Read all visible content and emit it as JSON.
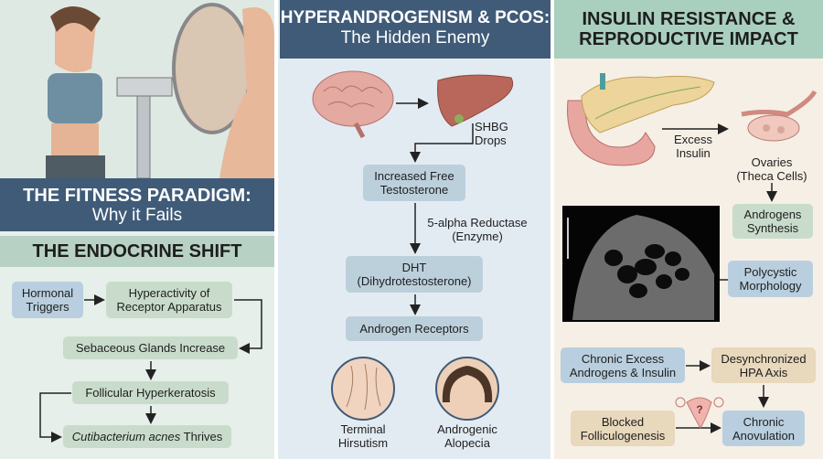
{
  "fitness": {
    "title": "THE FITNESS PARADIGM:",
    "subtitle": "Why it Fails"
  },
  "endocrine": {
    "title": "THE ENDOCRINE SHIFT",
    "hormonal": "Hormonal Triggers",
    "hyperactivity": "Hyperactivity of Receptor Apparatus",
    "sebaceous": "Sebaceous Glands Increase",
    "follicular": "Follicular Hyperkeratosis",
    "cuti_italic": "Cutibacterium acnes",
    "cuti_rest": " Thrives"
  },
  "hyper": {
    "title": "HYPERANDROGENISM & PCOS:",
    "subtitle": "The Hidden Enemy",
    "shbg": "SHBG Drops",
    "free_t": "Increased Free Testosterone",
    "enzyme": "5-alpha Reductase (Enzyme)",
    "dht": "DHT (Dihydrotestosterone)",
    "receptors": "Androgen Receptors",
    "hirsutism": "Terminal Hirsutism",
    "alopecia": "Androgenic Alopecia"
  },
  "insulin": {
    "title": "INSULIN RESISTANCE & REPRODUCTIVE IMPACT",
    "excess_insulin": "Excess Insulin",
    "ovaries": "Ovaries (Theca Cells)",
    "androgens_synthesis": "Androgens Synthesis",
    "polycystic": "Polycystic Morphology",
    "chronic_excess": "Chronic Excess Androgens & Insulin",
    "hpa": "Desynchronized HPA Axis",
    "blocked": "Blocked Folliculogenesis",
    "anovulation": "Chronic Anovulation",
    "uterus_mark": "?"
  },
  "colors": {
    "navy": "#3f5b78",
    "green_header": "#a9cfbf",
    "blue_box": "#b9cfdf",
    "green_box": "#c9dccb",
    "tan_box": "#e8d8bc"
  }
}
